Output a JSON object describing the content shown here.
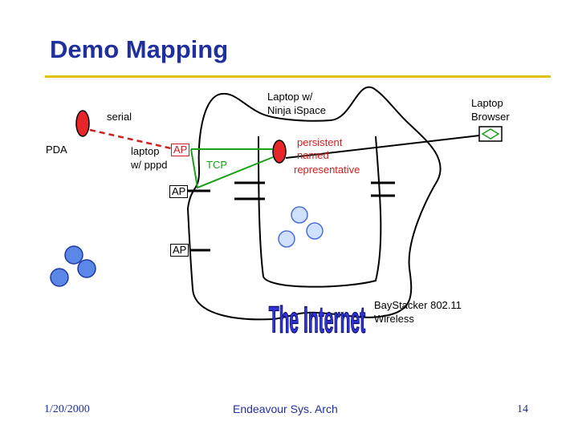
{
  "title": "Demo Mapping",
  "labels": {
    "serial": "serial",
    "pda": "PDA",
    "laptop_pppd_line1": "laptop",
    "laptop_pppd_line2": "w/ pppd",
    "tcp": "TCP",
    "ninja_line1": "Laptop w/",
    "ninja_line2": "Ninja iSpace",
    "persistent_line1": "persistent",
    "persistent_line2": "named",
    "persistent_line3": "representative",
    "browser_line1": "Laptop",
    "browser_line2": "Browser",
    "ap_1": "AP",
    "ap_2": "AP",
    "ap_3": "AP",
    "baystack_line1": "BayStacker 802.11",
    "baystack_line2": "Wireless",
    "internet_logo": "The Internet"
  },
  "footer": {
    "date": "1/20/2000",
    "center": "Endeavour Sys. Arch",
    "page": "14"
  },
  "colors": {
    "title": "#1f2f9e",
    "rule": "#e3c000",
    "device_red": "#e8262a",
    "link_green": "#1aa01a",
    "node_blue": "#5b87e8",
    "node_light_blue": "#d0e0ff",
    "internet_blue": "#2f34d8"
  }
}
